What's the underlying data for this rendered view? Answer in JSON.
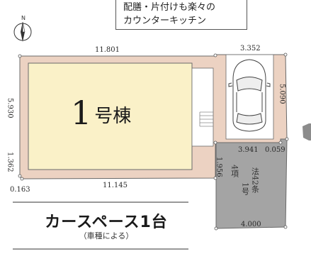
{
  "note_box": {
    "line1": "配膳・片付けも楽々の",
    "line2": "カウンターキッチン"
  },
  "compass": {
    "north_label": "N"
  },
  "building": {
    "number": "1",
    "suffix": "号棟"
  },
  "dimensions": {
    "top": "11.801",
    "top_right": "3.352",
    "left": "5.930",
    "right": "5.090",
    "bottom_left": "1.362",
    "corner": "0.163",
    "bottom": "11.145",
    "parking_bottom_a": "3.941",
    "parking_bottom_b": "0.059",
    "strip_side": "1.956",
    "strip_bottom": "4.000"
  },
  "strip_label": {
    "col1": "4項",
    "col2": "1号",
    "col3": "法42条"
  },
  "parking": {
    "title": "カースペース1台",
    "subtitle": "（車種による）"
  },
  "colors": {
    "lot_fill": "#ecd2c2",
    "building_fill": "#faf1c8",
    "strip_fill": "#a4a4a4",
    "road_fill": "#8c8c8c",
    "line": "#6a6a6a"
  }
}
